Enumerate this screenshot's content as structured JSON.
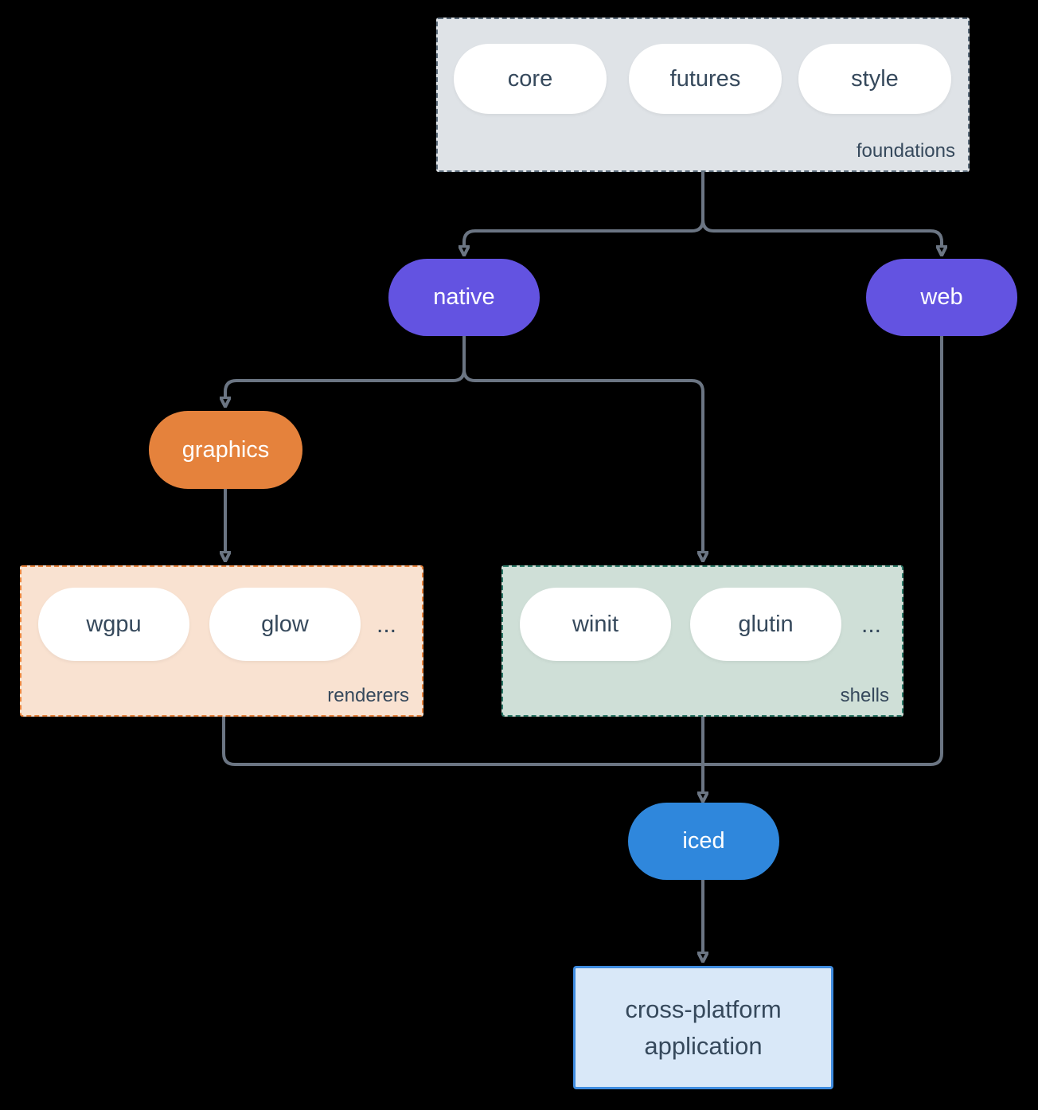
{
  "diagram": {
    "background_color": "#000000",
    "arrow_color": "#6b7583",
    "text_color": "#36495c",
    "groups": {
      "foundations": {
        "label": "foundations",
        "bg": "#dfe3e7",
        "border": "#5b6b7a",
        "pills": [
          "core",
          "futures",
          "style"
        ]
      },
      "renderers": {
        "label": "renderers",
        "bg": "#f9e2d1",
        "border": "#e5823c",
        "pills": [
          "wgpu",
          "glow"
        ],
        "more": "..."
      },
      "shells": {
        "label": "shells",
        "bg": "#cfdfd7",
        "border": "#2e7a69",
        "pills": [
          "winit",
          "glutin"
        ],
        "more": "..."
      }
    },
    "nodes": {
      "native": {
        "label": "native",
        "bg": "#6353e1"
      },
      "web": {
        "label": "web",
        "bg": "#6353e1"
      },
      "graphics": {
        "label": "graphics",
        "bg": "#e5823c"
      },
      "iced": {
        "label": "iced",
        "bg": "#2f87dc"
      },
      "app": {
        "label_line1": "cross-platform",
        "label_line2": "application",
        "bg": "#d9e8f8",
        "border": "#3f8ce0"
      }
    }
  }
}
